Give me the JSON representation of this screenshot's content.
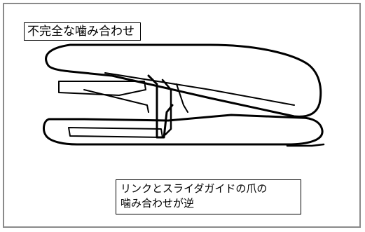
{
  "title": "不完全な噛み合わせ",
  "note": {
    "line1": "リンクとスライダガイドの爪の",
    "line2": "噛み合わせが逆"
  },
  "colors": {
    "frame": "#8a8a8a",
    "ink": "#000000"
  }
}
